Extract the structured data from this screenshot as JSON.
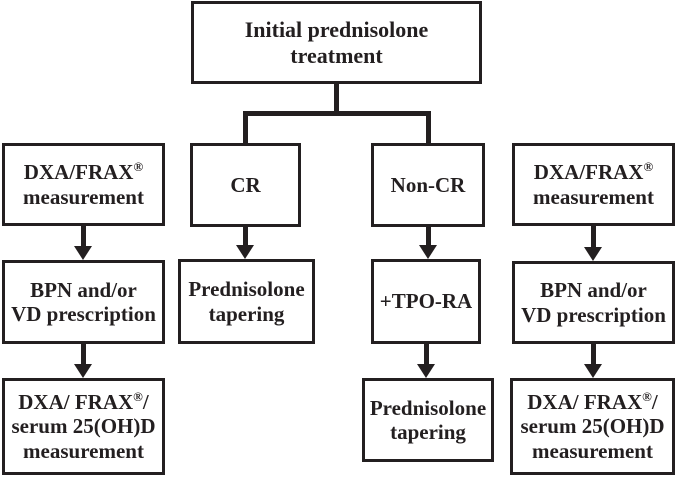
{
  "figure": {
    "type": "flowchart",
    "background_color": "#ffffff",
    "line_color": "#231f20",
    "text_color": "#231f20"
  },
  "boxes": {
    "initial_treatment": {
      "line1": "Initial prednisolone",
      "line2": "treatment"
    },
    "dxa_frax_left": {
      "main": "DXA/FRAX",
      "sup": "®",
      "line2": "measurement"
    },
    "cr": {
      "label": "CR"
    },
    "non_cr": {
      "label": "Non-CR"
    },
    "dxa_frax_right": {
      "main": "DXA/FRAX",
      "sup": "®",
      "line2": "measurement"
    },
    "bpn_vd_left": {
      "line1": "BPN and/or",
      "line2": "VD prescription"
    },
    "prednisolone_tapering_cr": {
      "line1": "Prednisolone",
      "line2": "tapering"
    },
    "tpo_ra": {
      "label": "+TPO-RA"
    },
    "bpn_vd_right": {
      "line1": "BPN and/or",
      "line2": "VD prescription"
    },
    "dxa_serum_left": {
      "main": "DXA/ FRAX",
      "sup": "®",
      "tail": "/",
      "line2": "serum 25(OH)D",
      "line3": "measurement"
    },
    "prednisolone_tapering_tpo": {
      "line1": "Prednisolone",
      "line2": "tapering"
    },
    "dxa_serum_right": {
      "main": "DXA/ FRAX",
      "sup": "®",
      "tail": "/",
      "line2": "serum 25(OH)D",
      "line3": "measurement"
    }
  }
}
